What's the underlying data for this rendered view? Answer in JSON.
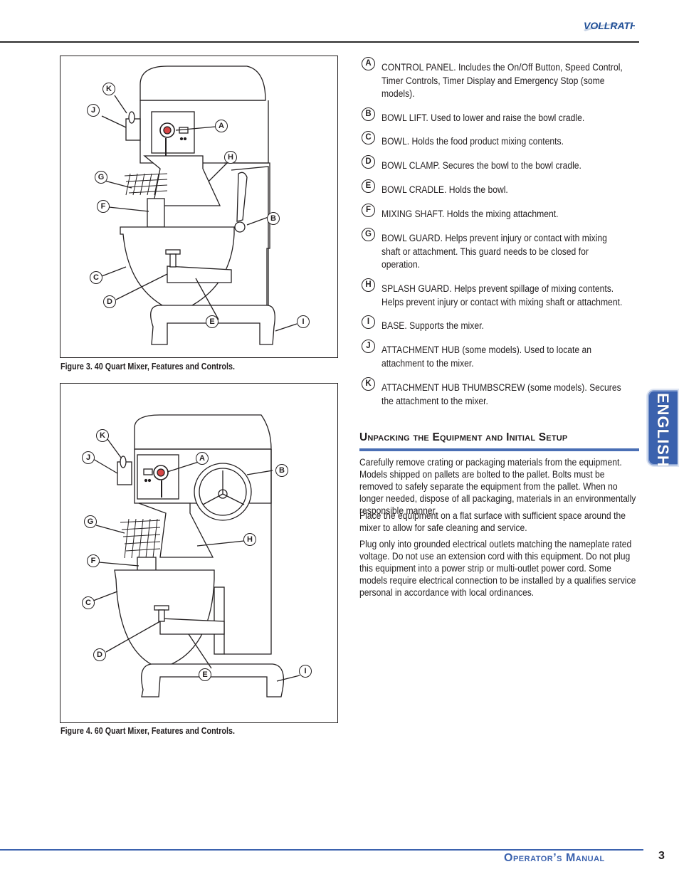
{
  "header": {
    "logo_text": "VOLLRATH",
    "brand_color": "#1f4e96"
  },
  "figures": [
    {
      "caption": "Figure 3. 40 Quart Mixer, Features and Controls.",
      "callouts": [
        "K",
        "J",
        "A",
        "H",
        "G",
        "F",
        "B",
        "C",
        "D",
        "E",
        "I"
      ]
    },
    {
      "caption": "Figure 4. 60 Quart Mixer, Features and Controls.",
      "callouts": [
        "K",
        "J",
        "A",
        "B",
        "G",
        "H",
        "F",
        "C",
        "D",
        "E",
        "I"
      ]
    }
  ],
  "features": [
    {
      "letter": "A",
      "text": "CONTROL PANEL. Includes the On/Off Button, Speed Control, Timer Controls, Timer Display and Emergency Stop (some models)."
    },
    {
      "letter": "B",
      "text": "BOWL LIFT. Used to lower and raise the bowl cradle."
    },
    {
      "letter": "C",
      "text": "BOWL. Holds the food product mixing contents."
    },
    {
      "letter": "D",
      "text": "BOWL CLAMP. Secures the bowl to the bowl cradle."
    },
    {
      "letter": "E",
      "text": "BOWL CRADLE. Holds the bowl."
    },
    {
      "letter": "F",
      "text": "MIXING SHAFT. Holds the mixing attachment."
    },
    {
      "letter": "G",
      "text": "BOWL GUARD. Helps prevent injury or contact with mixing shaft or attachment. This guard needs to be closed for operation."
    },
    {
      "letter": "H",
      "text": "SPLASH GUARD. Helps prevent spillage of mixing contents. Helps prevent injury or contact with mixing shaft or attachment."
    },
    {
      "letter": "I",
      "text": "BASE. Supports the mixer."
    },
    {
      "letter": "J",
      "text": "ATTACHMENT HUB (some models). Used to locate an attachment to the mixer."
    },
    {
      "letter": "K",
      "text": "ATTACHMENT HUB THUMBSCREW (some models). Secures the attachment to the mixer."
    }
  ],
  "section": {
    "heading": "Unpacking the Equipment and Initial Setup",
    "paragraphs": [
      "Carefully remove crating or packaging materials from the equipment. Models shipped on pallets are bolted to the pallet. Bolts must be removed to safely separate the equipment from the pallet. When no longer needed, dispose of all packaging, materials in an environmentally responsible manner.",
      "Place the equipment on a flat surface with sufficient space around the mixer to allow for safe cleaning and service.",
      "Plug only into grounded electrical outlets matching the nameplate rated voltage. Do not use an extension cord with this equipment. Do not plug this equipment into a power strip or multi-outlet power cord. Some models require electrical connection to be installed by a qualifies service personal in accordance with local ordinances."
    ]
  },
  "side_tab": {
    "label": "ENGLISH",
    "color": "#3b62ae"
  },
  "footer": {
    "title": "Operator’s Manual",
    "page_number": "3"
  }
}
